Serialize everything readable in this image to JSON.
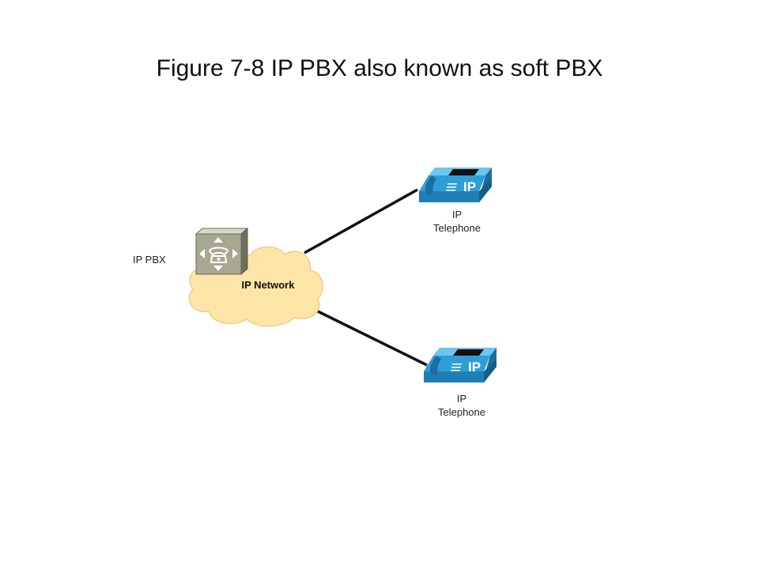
{
  "title": "Figure 7-8 IP PBX also known as soft PBX",
  "nodes": {
    "pbx": {
      "label": "IP PBX",
      "icon": "pbx-server-icon"
    },
    "network": {
      "label": "IP Network",
      "icon": "cloud-icon",
      "color": "#fce5a6"
    },
    "phone_top": {
      "label_line1": "IP",
      "label_line2": "Telephone",
      "icon": "ip-phone-icon",
      "badge": "IP"
    },
    "phone_bottom": {
      "label_line1": "IP",
      "label_line2": "Telephone",
      "icon": "ip-phone-icon",
      "badge": "IP"
    }
  },
  "colors": {
    "phone_blue": "#2f9ed6",
    "phone_dark": "#1a6f9e",
    "pbx_gray": "#a7a792",
    "link": "#111111"
  }
}
